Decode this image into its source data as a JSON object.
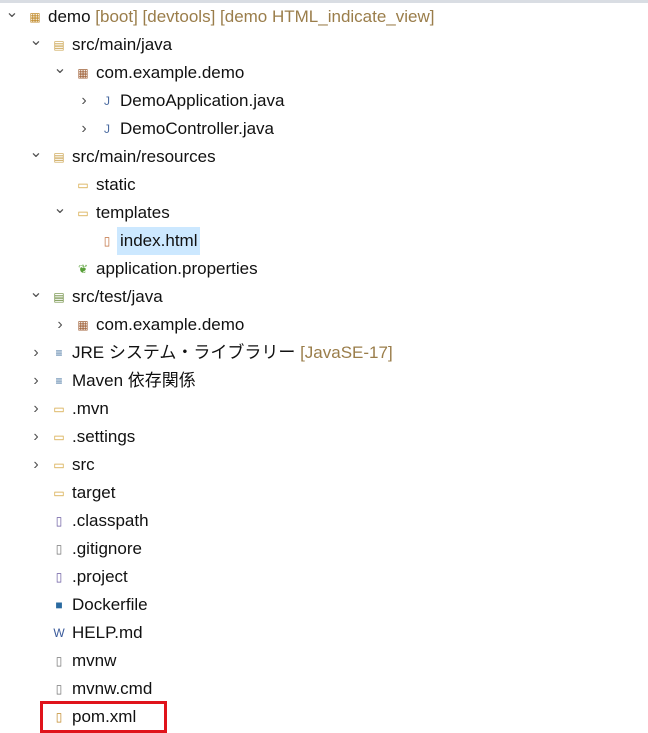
{
  "tree": [
    {
      "label": "demo",
      "deco": "[boot] [devtools] [demo HTML_indicate_view]",
      "level": 0,
      "chev": "down",
      "icon": "maven-project-icon"
    },
    {
      "label": "src/main/java",
      "level": 1,
      "chev": "down",
      "icon": "source-folder-icon"
    },
    {
      "label": "com.example.demo",
      "level": 2,
      "chev": "down",
      "icon": "package-icon"
    },
    {
      "label": "DemoApplication.java",
      "level": 3,
      "chev": "right",
      "icon": "java-file-icon"
    },
    {
      "label": "DemoController.java",
      "level": 3,
      "chev": "right",
      "icon": "java-file-icon"
    },
    {
      "label": "src/main/resources",
      "level": 1,
      "chev": "down",
      "icon": "source-folder-icon"
    },
    {
      "label": "static",
      "level": 2,
      "chev": "none",
      "icon": "folder-icon"
    },
    {
      "label": "templates",
      "level": 2,
      "chev": "down",
      "icon": "folder-icon"
    },
    {
      "label": "index.html",
      "level": 3,
      "chev": "none",
      "icon": "html-file-icon",
      "selected": true
    },
    {
      "label": "application.properties",
      "level": 2,
      "chev": "none",
      "icon": "properties-file-icon"
    },
    {
      "label": "src/test/java",
      "level": 1,
      "chev": "down",
      "icon": "test-source-folder-icon"
    },
    {
      "label": "com.example.demo",
      "level": 2,
      "chev": "right",
      "icon": "package-icon"
    },
    {
      "label": "JRE システム・ライブラリー",
      "deco": "[JavaSE-17]",
      "level": 1,
      "chev": "right",
      "icon": "library-icon"
    },
    {
      "label": "Maven 依存関係",
      "level": 1,
      "chev": "right",
      "icon": "library-icon"
    },
    {
      "label": ".mvn",
      "level": 1,
      "chev": "right",
      "icon": "folder-icon"
    },
    {
      "label": ".settings",
      "level": 1,
      "chev": "right",
      "icon": "folder-icon"
    },
    {
      "label": "src",
      "level": 1,
      "chev": "right",
      "icon": "folder-icon"
    },
    {
      "label": "target",
      "level": 1,
      "chev": "none",
      "icon": "folder-icon"
    },
    {
      "label": ".classpath",
      "level": 1,
      "chev": "none",
      "icon": "xml-file-icon"
    },
    {
      "label": ".gitignore",
      "level": 1,
      "chev": "none",
      "icon": "text-file-icon"
    },
    {
      "label": ".project",
      "level": 1,
      "chev": "none",
      "icon": "xml-file-icon"
    },
    {
      "label": "Dockerfile",
      "level": 1,
      "chev": "none",
      "icon": "docker-file-icon"
    },
    {
      "label": "HELP.md",
      "level": 1,
      "chev": "none",
      "icon": "markdown-file-icon"
    },
    {
      "label": "mvnw",
      "level": 1,
      "chev": "none",
      "icon": "text-file-icon"
    },
    {
      "label": "mvnw.cmd",
      "level": 1,
      "chev": "none",
      "icon": "text-file-icon"
    },
    {
      "label": "pom.xml",
      "level": 1,
      "chev": "none",
      "icon": "maven-pom-icon",
      "highlighted": true
    }
  ],
  "icons": {
    "maven-project-icon": {
      "glyph": "▦",
      "color": "#c08a2a"
    },
    "source-folder-icon": {
      "glyph": "▤",
      "color": "#c9a04a"
    },
    "test-source-folder-icon": {
      "glyph": "▤",
      "color": "#6a8a3a"
    },
    "package-icon": {
      "glyph": "▦",
      "color": "#a0623a"
    },
    "java-file-icon": {
      "glyph": "J",
      "color": "#4a6aa0"
    },
    "folder-icon": {
      "glyph": "▭",
      "color": "#d4a640"
    },
    "html-file-icon": {
      "glyph": "▯",
      "color": "#c07040"
    },
    "properties-file-icon": {
      "glyph": "❦",
      "color": "#5aa03a"
    },
    "library-icon": {
      "glyph": "≡",
      "color": "#3a6a9a"
    },
    "xml-file-icon": {
      "glyph": "▯",
      "color": "#6a5aa0"
    },
    "text-file-icon": {
      "glyph": "▯",
      "color": "#777777"
    },
    "docker-file-icon": {
      "glyph": "■",
      "color": "#2a6aa0"
    },
    "markdown-file-icon": {
      "glyph": "W",
      "color": "#3a5a9a"
    },
    "maven-pom-icon": {
      "glyph": "▯",
      "color": "#c08a2a"
    }
  },
  "colors": {
    "selection": "#cce8ff",
    "highlight_box": "#e0131b",
    "decoration": "#9a7d4a"
  }
}
